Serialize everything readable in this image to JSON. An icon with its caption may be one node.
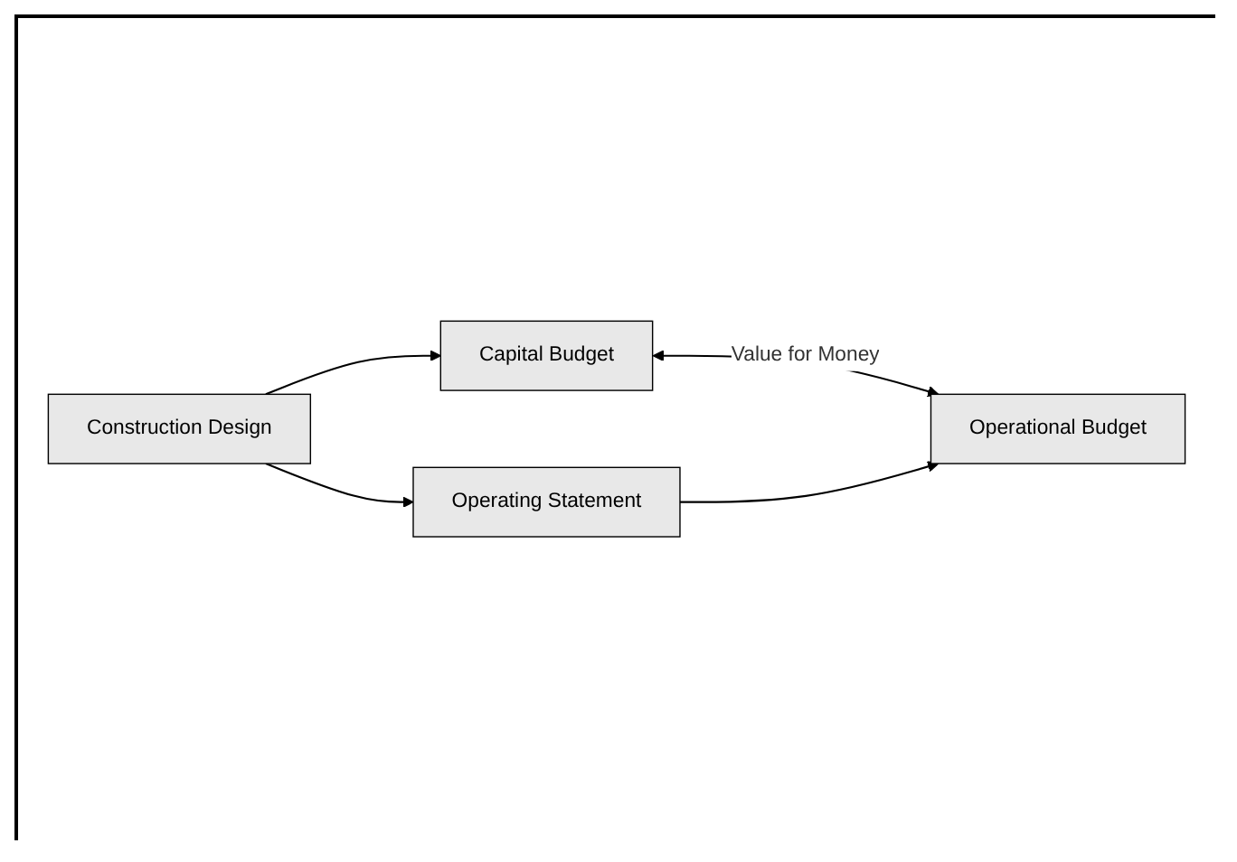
{
  "diagram": {
    "nodes": [
      {
        "text": [
          "Capital Budget"
        ]
      },
      {
        "text": [
          "Construction Design"
        ]
      },
      {
        "text": [
          "Operational Budget"
        ]
      },
      {
        "text": [
          "Operating Statement"
        ]
      }
    ],
    "edges": [
      {
        "from": 1,
        "to": 0,
        "arrow": "to"
      },
      {
        "from": 0,
        "to": 2,
        "arrow": "both",
        "label": "Value for Money"
      },
      {
        "from": 1,
        "to": 3,
        "arrow": "to"
      },
      {
        "from": 3,
        "to": 2,
        "arrow": "to"
      }
    ]
  }
}
